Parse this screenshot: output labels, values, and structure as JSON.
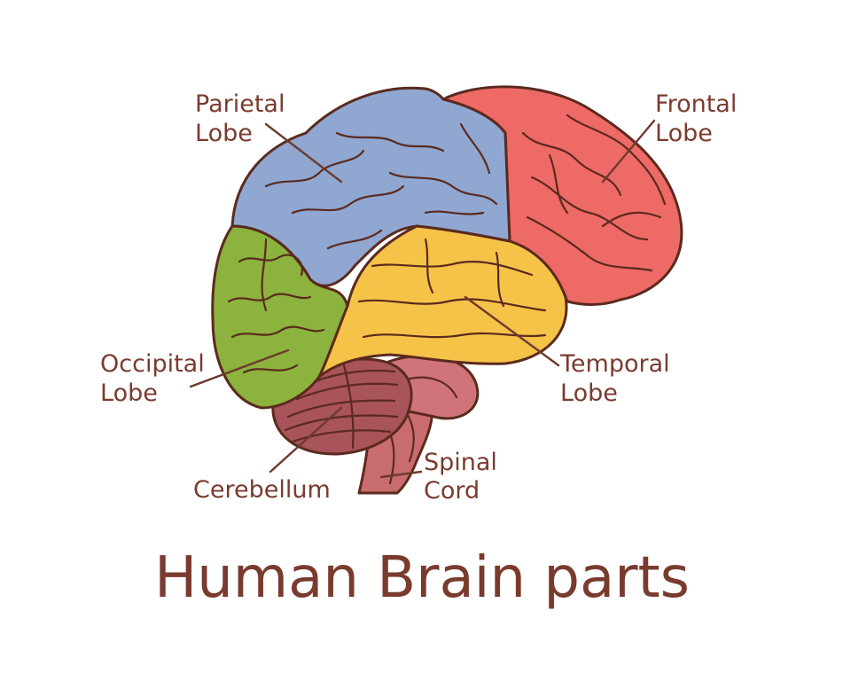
{
  "title": "Human Brain parts",
  "labels": {
    "parietal": [
      "Parietal",
      "Lobe"
    ],
    "frontal": [
      "Frontal",
      "Lobe"
    ],
    "occipital": [
      "Occipital",
      "Lobe"
    ],
    "temporal": [
      "Temporal",
      "Lobe"
    ],
    "cerebellum": [
      "Cerebellum"
    ],
    "spinal": [
      "Spinal",
      "Cord"
    ]
  },
  "colors": {
    "parietal": "#8fa7d1",
    "frontal": "#ee6a66",
    "occipital": "#8bb33e",
    "temporal": "#f6c349",
    "cerebellum": "#a9535a",
    "brainstem": "#c96c70",
    "text": "#7a3b2f",
    "outline": "#5b2a1e"
  }
}
